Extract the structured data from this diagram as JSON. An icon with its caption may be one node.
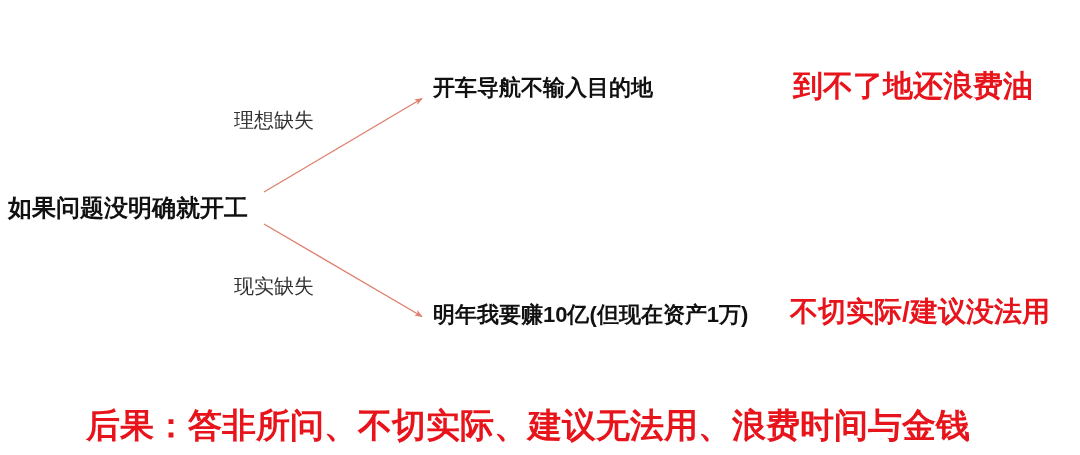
{
  "diagram": {
    "nodes": [
      {
        "text": [
          "如果问题没明确就开工"
        ]
      },
      {
        "text": [
          "开车导航不输入目的地"
        ]
      },
      {
        "text": [
          "明年我要赚10亿(但现在资产1万)"
        ]
      }
    ],
    "edges": [
      {
        "from": 0,
        "to": 1,
        "arrow": "to",
        "label": "理想缺失"
      },
      {
        "from": 0,
        "to": 2,
        "arrow": "to",
        "label": "现实缺失"
      }
    ],
    "labels": [
      "到不了地还浪费油",
      "不切实际/建议没法用",
      "后果：答非所问、不切实际、建议无法用、浪费时间与金钱"
    ]
  }
}
